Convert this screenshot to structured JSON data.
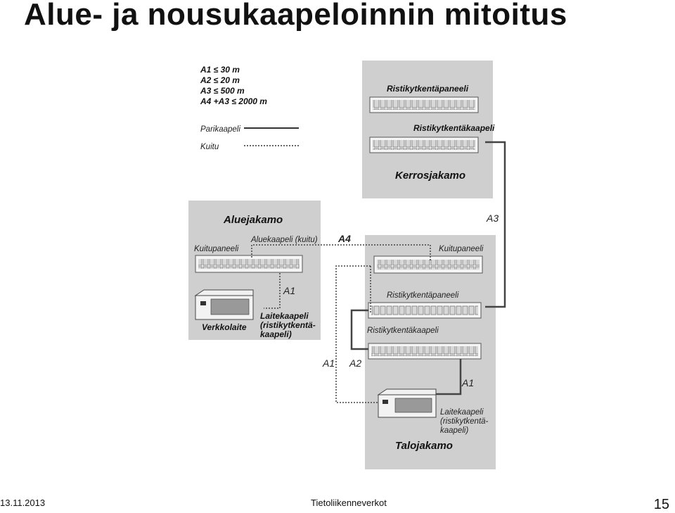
{
  "slide": {
    "title": "Alue- ja nousukaapeloinnin mitoitus",
    "date": "13.11.2013",
    "course": "Tietoliikenneverkot",
    "page": "15"
  },
  "legend": {
    "limits": [
      "A1 ≤ 30 m",
      "A2 ≤ 20 m",
      "A3 ≤ 500 m",
      "A4 +A3 ≤ 2000 m"
    ],
    "parikaapeli": "Parikaapeli",
    "kuitu": "Kuitu"
  },
  "kerrosjakamo": {
    "name": "Kerrosjakamo",
    "panel_label": "Ristikytkentäpaneeli",
    "cable_label": "Ristikytkentäkaapeli"
  },
  "aluejakamo": {
    "name": "Aluejakamo",
    "fiber_panel": "Kuitupaneeli",
    "area_cable": "Aluekaapeli (kuitu)",
    "device": "Verkkolaite",
    "device_cable": [
      "Laitekaapeli",
      "(ristikytkentä-",
      "kaapeli)"
    ]
  },
  "talojakamo": {
    "name": "Talojakamo",
    "fiber_panel": "Kuitupaneeli",
    "panel_label": "Ristikytkentäpaneeli",
    "cable_label": "Ristikytkentäkaapeli",
    "device_cable": [
      "Laitekaapeli",
      "(ristikytkentä-",
      "kaapeli)"
    ]
  },
  "markers": {
    "a1": "A1",
    "a2": "A2",
    "a3": "A3",
    "a4": "A4"
  },
  "colors": {
    "room_fill": "#cfcfcf",
    "line": "#444444",
    "panel": "#f5f5f5"
  }
}
